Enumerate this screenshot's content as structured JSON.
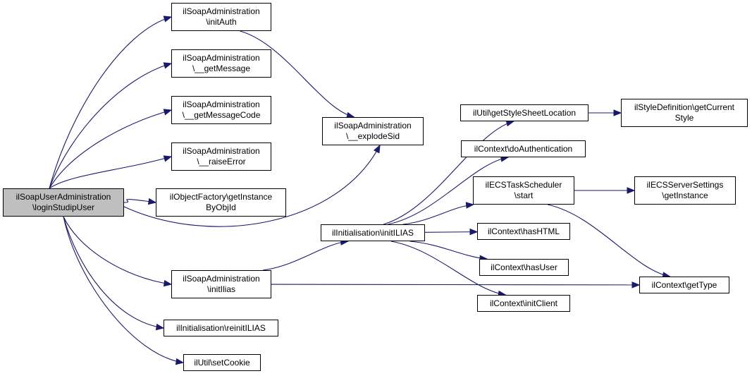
{
  "nodes": {
    "loginStudipUser": "ilSoapUserAdministration\n\\loginStudipUser",
    "initAuth": "ilSoapAdministration\n\\initAuth",
    "getMessage": "ilSoapAdministration\n\\__getMessage",
    "getMessageCode": "ilSoapAdministration\n\\__getMessageCode",
    "raiseError": "ilSoapAdministration\n\\__raiseError",
    "getInstanceByObjId": "ilObjectFactory\\getInstance\nByObjId",
    "initIlias": "ilSoapAdministration\n\\initIlias",
    "reinitILIAS": "ilInitialisation\\reinitILIAS",
    "setCookie": "ilUtil\\setCookie",
    "explodeSid": "ilSoapAdministration\n\\__explodeSid",
    "initILIAS": "ilInitialisation\\initILIAS",
    "getStyleSheetLocation": "ilUtil\\getStyleSheetLocation",
    "doAuthentication": "ilContext\\doAuthentication",
    "ecsStart": "ilECSTaskScheduler\n\\start",
    "hasHTML": "ilContext\\hasHTML",
    "hasUser": "ilContext\\hasUser",
    "initClient": "ilContext\\initClient",
    "getCurrentStyle": "ilStyleDefinition\\getCurrent\nStyle",
    "ecsGetInstance": "ilECSServerSettings\n\\getInstance",
    "getType": "ilContext\\getType"
  },
  "edges": [
    [
      "loginStudipUser",
      "initAuth"
    ],
    [
      "loginStudipUser",
      "getMessage"
    ],
    [
      "loginStudipUser",
      "getMessageCode"
    ],
    [
      "loginStudipUser",
      "raiseError"
    ],
    [
      "loginStudipUser",
      "getInstanceByObjId"
    ],
    [
      "loginStudipUser",
      "explodeSid"
    ],
    [
      "loginStudipUser",
      "initIlias"
    ],
    [
      "loginStudipUser",
      "reinitILIAS"
    ],
    [
      "loginStudipUser",
      "setCookie"
    ],
    [
      "initAuth",
      "explodeSid"
    ],
    [
      "initIlias",
      "initILIAS"
    ],
    [
      "initIlias",
      "getType"
    ],
    [
      "initILIAS",
      "getStyleSheetLocation"
    ],
    [
      "initILIAS",
      "doAuthentication"
    ],
    [
      "initILIAS",
      "ecsStart"
    ],
    [
      "initILIAS",
      "hasHTML"
    ],
    [
      "initILIAS",
      "hasUser"
    ],
    [
      "initILIAS",
      "initClient"
    ],
    [
      "getStyleSheetLocation",
      "getCurrentStyle"
    ],
    [
      "ecsStart",
      "ecsGetInstance"
    ],
    [
      "ecsStart",
      "getType"
    ]
  ]
}
